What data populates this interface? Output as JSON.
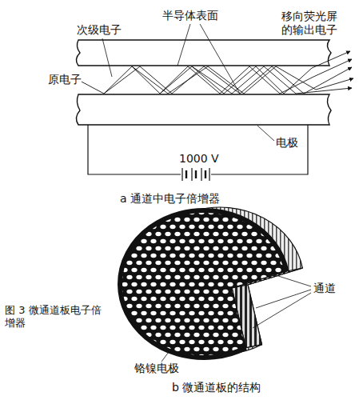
{
  "diagram": {
    "caption": "图 3 微通道板电子倍增器",
    "labels": [
      "半导体表面",
      "次级电子",
      "移向荧光屏的输出电子",
      "原电子",
      "电极",
      "1000 V",
      "a 通道中电子倍增器",
      "通道",
      "铬镍电极",
      "b 微通道板的结构"
    ]
  }
}
